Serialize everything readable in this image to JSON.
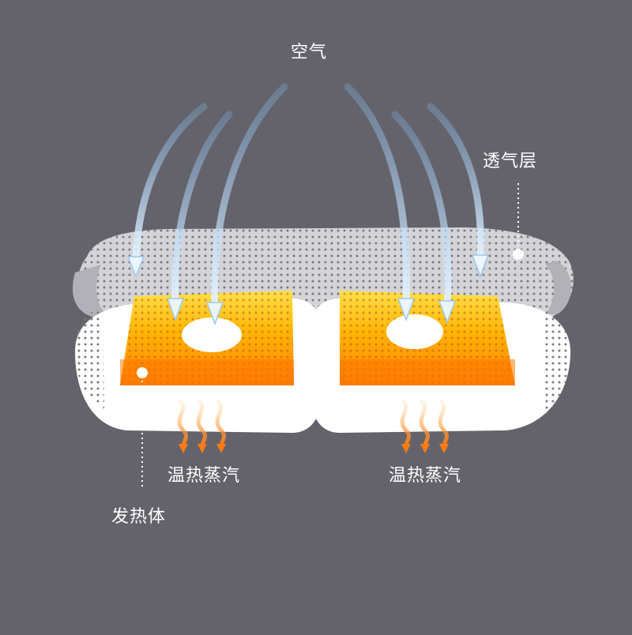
{
  "labels": {
    "air": "空气",
    "breathable_layer": "透气层",
    "steam_left": "温热蒸汽",
    "steam_right": "温热蒸汽",
    "heating_body": "发热体"
  },
  "colors": {
    "background": "#64636c",
    "pad_white": "#ffffff",
    "mesh_gray": "#c9c9cd",
    "heat_orange": "#ff8a00",
    "heat_yellow": "#ffd23a",
    "air_arrow": "#a9d3f2",
    "steam_arrow": "#ff8a1e"
  }
}
